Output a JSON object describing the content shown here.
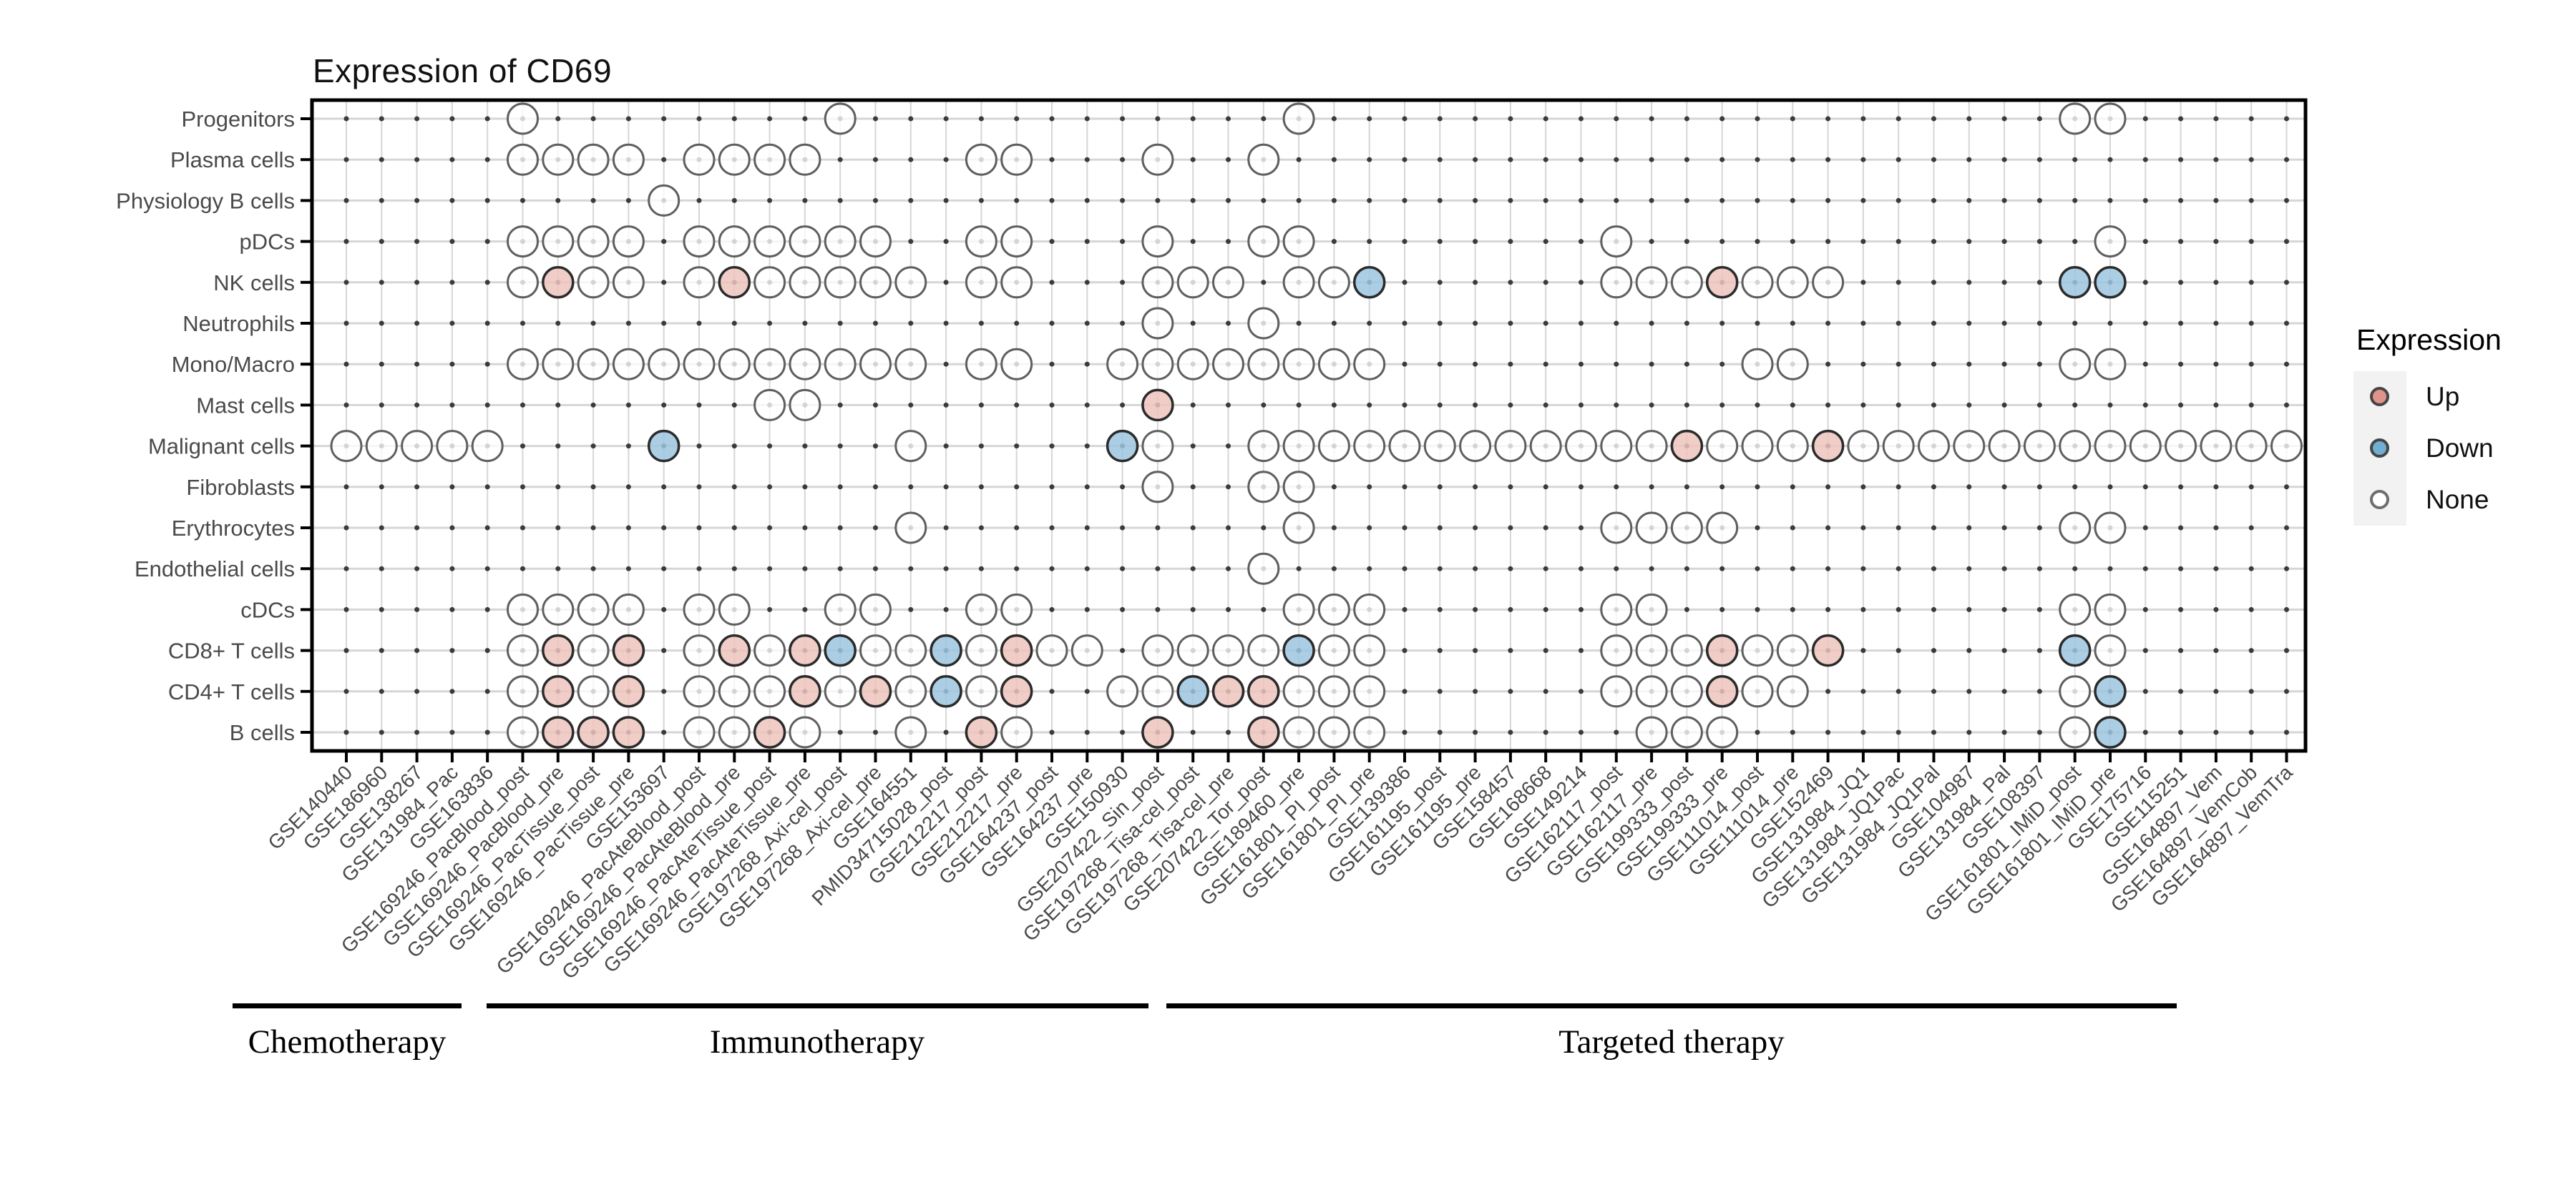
{
  "title": "Expression of CD69",
  "legend": {
    "title": "Expression",
    "entries": [
      {
        "key": "up",
        "label": "Up"
      },
      {
        "key": "down",
        "label": "Down"
      },
      {
        "key": "none",
        "label": "None"
      }
    ]
  },
  "therapy_groups": [
    {
      "label": "Chemotherapy",
      "first_column": 1,
      "last_column": 5
    },
    {
      "label": "Immunotherapy",
      "first_column": 6,
      "last_column": 24
    },
    {
      "label": "Targeted therapy",
      "first_column": 25,
      "last_column": 56
    }
  ],
  "colors": {
    "up_plot_fill": "#edc4bd",
    "down_plot_fill": "#9cc6e0",
    "none_plot_fill": "#ffffff",
    "up_legend_fill": "#e0938b",
    "down_legend_fill": "#70aed4",
    "none_legend_fill": "#ffffff",
    "colored_stroke": "#2b2b2b",
    "none_stroke": "#5f5f5f",
    "grid_line": "#d6d6d6",
    "grid_dot": "#3b3b3b",
    "axis_black": "#000000",
    "label_gray": "#4a4a4a",
    "legend_key_bg": "#f2f2f2"
  },
  "chart_data": {
    "type": "heatmap",
    "title": "Expression of CD69",
    "legend_position": "right",
    "grid": true,
    "value_domain": [
      "Up",
      "Down",
      "None"
    ],
    "rows": [
      "Progenitors",
      "Plasma cells",
      "Physiology B cells",
      "pDCs",
      "NK cells",
      "Neutrophils",
      "Mono/Macro",
      "Mast cells",
      "Malignant cells",
      "Fibroblasts",
      "Erythrocytes",
      "Endothelial cells",
      "cDCs",
      "CD8+ T cells",
      "CD4+ T cells",
      "B cells"
    ],
    "columns": [
      "GSE140440",
      "GSE186960",
      "GSE138267",
      "GSE131984_Pac",
      "GSE163836",
      "GSE169246_PacBlood_post",
      "GSE169246_PacBlood_pre",
      "GSE169246_PacTissue_post",
      "GSE169246_PacTissue_pre",
      "GSE153697",
      "GSE169246_PacAteBlood_post",
      "GSE169246_PacAteBlood_pre",
      "GSE169246_PacAteTissue_post",
      "GSE169246_PacAteTissue_pre",
      "GSE197268_Axi-cel_post",
      "GSE197268_Axi-cel_pre",
      "GSE164551",
      "PMID34715028_post",
      "GSE212217_post",
      "GSE212217_pre",
      "GSE164237_post",
      "GSE164237_pre",
      "GSE150930",
      "GSE207422_Sin_post",
      "GSE197268_Tisa-cel_post",
      "GSE197268_Tisa-cel_pre",
      "GSE207422_Tor_post",
      "GSE189460_pre",
      "GSE161801_PI_post",
      "GSE161801_PI_pre",
      "GSE139386",
      "GSE161195_post",
      "GSE161195_pre",
      "GSE158457",
      "GSE168668",
      "GSE149214",
      "GSE162117_post",
      "GSE162117_pre",
      "GSE199333_post",
      "GSE199333_pre",
      "GSE111014_post",
      "GSE111014_pre",
      "GSE152469",
      "GSE131984_JQ1",
      "GSE131984_JQ1Pac",
      "GSE131984_JQ1Pal",
      "GSE104987",
      "GSE131984_Pal",
      "GSE108397",
      "GSE161801_IMiD_post",
      "GSE161801_IMiD_pre",
      "GSE175716",
      "GSE115251",
      "GSE164897_Vem",
      "GSE164897_VemCob",
      "GSE164897_VemTra"
    ],
    "cells": {
      "Progenitors": {
        "up": [],
        "down": [],
        "none": [
          6,
          15,
          28,
          50,
          51
        ]
      },
      "Plasma cells": {
        "up": [],
        "down": [],
        "none": [
          6,
          7,
          8,
          9,
          11,
          12,
          13,
          14,
          19,
          20,
          24,
          27
        ]
      },
      "Physiology B cells": {
        "up": [],
        "down": [],
        "none": [
          10
        ]
      },
      "pDCs": {
        "up": [],
        "down": [],
        "none": [
          6,
          7,
          8,
          9,
          11,
          12,
          13,
          14,
          15,
          16,
          19,
          20,
          24,
          27,
          28,
          37,
          51
        ]
      },
      "NK cells": {
        "up": [
          7,
          12,
          40
        ],
        "down": [
          30,
          50,
          51
        ],
        "none": [
          6,
          8,
          9,
          11,
          13,
          14,
          15,
          16,
          17,
          19,
          20,
          24,
          25,
          26,
          28,
          29,
          37,
          38,
          39,
          41,
          42,
          43
        ]
      },
      "Neutrophils": {
        "up": [],
        "down": [],
        "none": [
          24,
          27
        ]
      },
      "Mono/Macro": {
        "up": [],
        "down": [],
        "none": [
          6,
          7,
          8,
          9,
          10,
          11,
          12,
          13,
          14,
          15,
          16,
          17,
          19,
          20,
          23,
          24,
          25,
          26,
          27,
          28,
          29,
          30,
          41,
          42,
          50,
          51
        ]
      },
      "Mast cells": {
        "up": [
          24
        ],
        "down": [],
        "none": [
          13,
          14
        ]
      },
      "Malignant cells": {
        "up": [
          39,
          43
        ],
        "down": [
          10,
          23
        ],
        "none": [
          1,
          2,
          3,
          4,
          5,
          17,
          24,
          27,
          28,
          29,
          30,
          31,
          32,
          33,
          34,
          35,
          36,
          37,
          38,
          40,
          41,
          42,
          44,
          45,
          46,
          47,
          48,
          49,
          50,
          51,
          52,
          53,
          54,
          55,
          56
        ]
      },
      "Fibroblasts": {
        "up": [],
        "down": [],
        "none": [
          24,
          27,
          28
        ]
      },
      "Erythrocytes": {
        "up": [],
        "down": [],
        "none": [
          17,
          28,
          37,
          38,
          39,
          40,
          50,
          51
        ]
      },
      "Endothelial cells": {
        "up": [],
        "down": [],
        "none": [
          27
        ]
      },
      "cDCs": {
        "up": [],
        "down": [],
        "none": [
          6,
          7,
          8,
          9,
          11,
          12,
          15,
          16,
          19,
          20,
          28,
          29,
          30,
          37,
          38,
          50,
          51
        ]
      },
      "CD8+ T cells": {
        "up": [
          7,
          9,
          12,
          14,
          20,
          40,
          43
        ],
        "down": [
          15,
          18,
          28,
          50
        ],
        "none": [
          6,
          8,
          11,
          13,
          16,
          17,
          19,
          21,
          22,
          24,
          25,
          26,
          27,
          29,
          30,
          37,
          38,
          39,
          41,
          42,
          51
        ]
      },
      "CD4+ T cells": {
        "up": [
          7,
          9,
          14,
          16,
          20,
          26,
          27,
          40
        ],
        "down": [
          18,
          25,
          51
        ],
        "none": [
          6,
          8,
          11,
          12,
          13,
          15,
          17,
          19,
          23,
          24,
          28,
          29,
          30,
          37,
          38,
          39,
          41,
          42,
          50
        ]
      },
      "B cells": {
        "up": [
          7,
          8,
          9,
          13,
          19,
          24,
          27
        ],
        "down": [
          51
        ],
        "none": [
          6,
          11,
          12,
          14,
          17,
          20,
          28,
          29,
          30,
          38,
          39,
          40,
          50
        ]
      }
    }
  }
}
